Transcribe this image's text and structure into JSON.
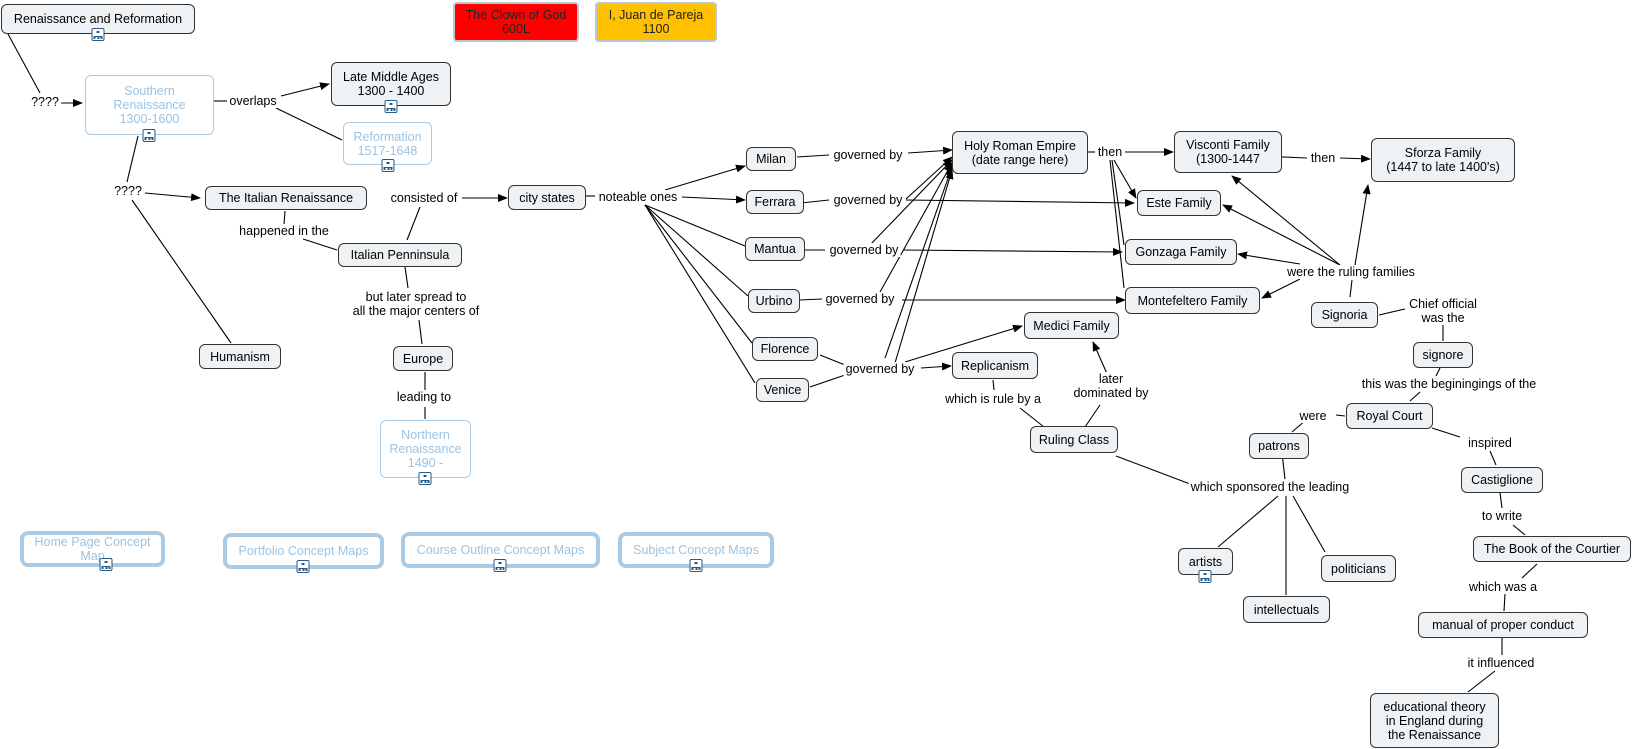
{
  "nodes": {
    "renaissance_reformation": "Renaissance and Reformation",
    "clown_of_god": "The Clown of God\n600L",
    "juan_de_pareja": "I, Juan de Pareja\n1100",
    "southern_renaissance": "Southern\nRenaissance\n1300-1600",
    "late_middle_ages": "Late Middle Ages\n1300 - 1400",
    "reformation": "Reformation\n1517-1648",
    "italian_renaissance": "The Italian Renaissance",
    "italian_penninsula": "Italian Penninsula",
    "city_states": "city states",
    "humanism": "Humanism",
    "europe": "Europe",
    "northern_renaissance": "Northern\nRenaissance\n1490 -",
    "milan": "Milan",
    "ferrara": "Ferrara",
    "mantua": "Mantua",
    "urbino": "Urbino",
    "florence": "Florence",
    "venice": "Venice",
    "holy_roman_empire": "Holy Roman Empire\n(date range here)",
    "visconti_family": "Visconti Family\n(1300-1447",
    "sforza_family": "Sforza Family\n(1447 to late 1400's)",
    "este_family": "Este Family",
    "gonzaga_family": "Gonzaga Family",
    "montefeltero_family": "Montefeltero Family",
    "medici_family": "Medici Family",
    "replicanism": "Replicanism",
    "ruling_class": "Ruling Class",
    "signoria": "Signoria",
    "signore": "signore",
    "royal_court": "Royal Court",
    "patrons": "patrons",
    "castiglione": "Castiglione",
    "book_of_courtier": "The Book of the Courtier",
    "manual_conduct": "manual of proper conduct",
    "educational_theory": "educational theory\nin England during\nthe Renaissance",
    "artists": "artists",
    "politicians": "politicians",
    "intellectuals": "intellectuals"
  },
  "nav": {
    "home": "Home Page Concept Map",
    "portfolio": "Portfolio Concept Maps",
    "course_outline": "Course Outline Concept Maps",
    "subject": "Subject Concept Maps"
  },
  "links": {
    "q1": "????",
    "q2": "????",
    "overlaps": "overlaps",
    "happened_in": "happened in the",
    "consisted_of": "consisted of",
    "noteable": "noteable ones",
    "spread": "but later spread to\nall the major centers of",
    "leading_to": "leading to",
    "gov_milan": "governed by",
    "gov_ferrara": "governed by",
    "gov_mantua": "governed by",
    "gov_urbino": "governed by",
    "gov_florence": "governed by",
    "then1": "then",
    "then2": "then",
    "ruling_families": "were the ruling families",
    "chief_official": "Chief official\nwas the",
    "beginnings": "this was the beginingings of the",
    "were": "were",
    "inspired": "inspired",
    "to_write": "to write",
    "which_was": "which was a",
    "influenced": "it influenced",
    "rule_by": "which is rule by a",
    "later_dominated": "later\ndominated by",
    "sponsored": "which sponsored the leading"
  },
  "icons": {
    "submap": "concept-map-icon"
  }
}
